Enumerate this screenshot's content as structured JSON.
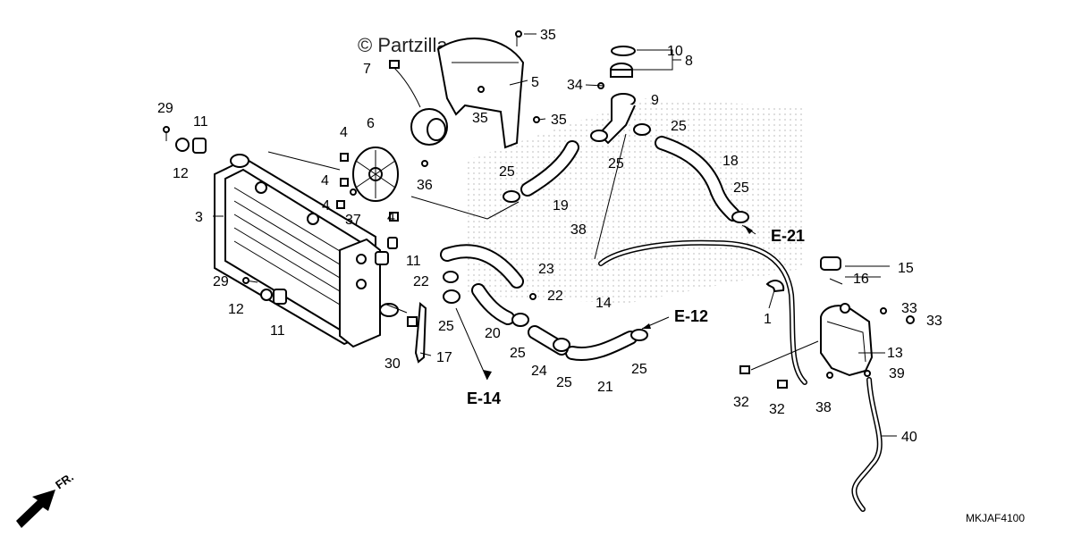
{
  "watermark": "© Partzilla.com",
  "diagram_code": "MKJAF4100",
  "front_indicator": "FR.",
  "refs": {
    "e21": "E-21",
    "e12": "E-12",
    "e14": "E-14"
  },
  "labels": {
    "l1": "1",
    "l3": "3",
    "l4a": "4",
    "l4b": "4",
    "l4c": "4",
    "l4d": "4",
    "l5": "5",
    "l6": "6",
    "l7": "7",
    "l8": "8",
    "l9": "9",
    "l10": "10",
    "l11a": "11",
    "l11b": "11",
    "l11c": "11",
    "l12a": "12",
    "l12b": "12",
    "l13": "13",
    "l14": "14",
    "l15": "15",
    "l16": "16",
    "l17": "17",
    "l18": "18",
    "l19": "19",
    "l20": "20",
    "l21": "21",
    "l22a": "22",
    "l22b": "22",
    "l23": "23",
    "l24": "24",
    "l25a": "25",
    "l25b": "25",
    "l25c": "25",
    "l25d": "25",
    "l25e": "25",
    "l25f": "25",
    "l25g": "25",
    "l25h": "25",
    "l29a": "29",
    "l29b": "29",
    "l30": "30",
    "l32a": "32",
    "l32b": "32",
    "l33a": "33",
    "l33b": "33",
    "l34": "34",
    "l35a": "35",
    "l35b": "35",
    "l35c": "35",
    "l36": "36",
    "l37": "37",
    "l38a": "38",
    "l38b": "38",
    "l39": "39",
    "l40": "40"
  }
}
